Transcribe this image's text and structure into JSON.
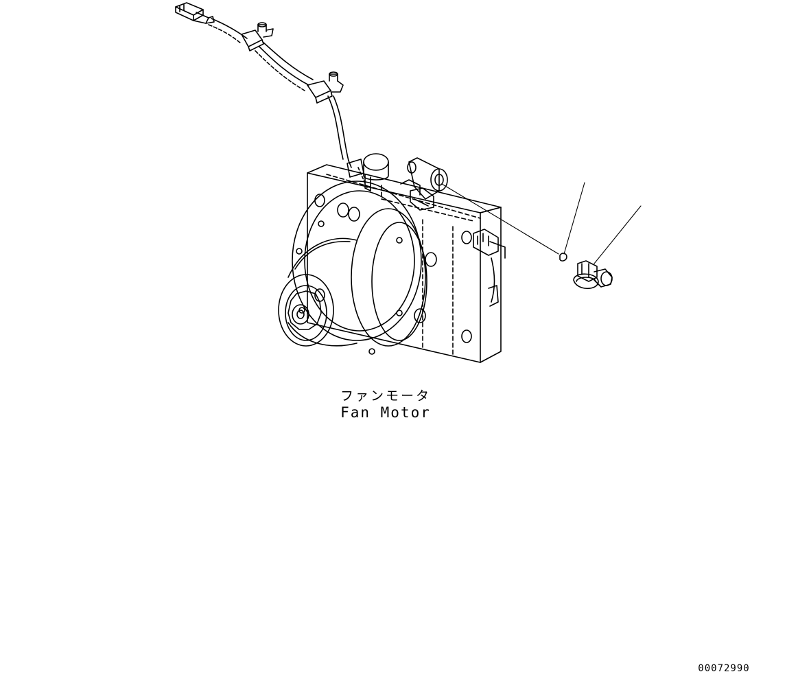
{
  "figure": {
    "component_label_jp": "ファンモータ",
    "component_label_en": "Fan Motor",
    "drawing_number": "00072990"
  },
  "colors": {
    "line": "#000000",
    "background": "#ffffff"
  }
}
